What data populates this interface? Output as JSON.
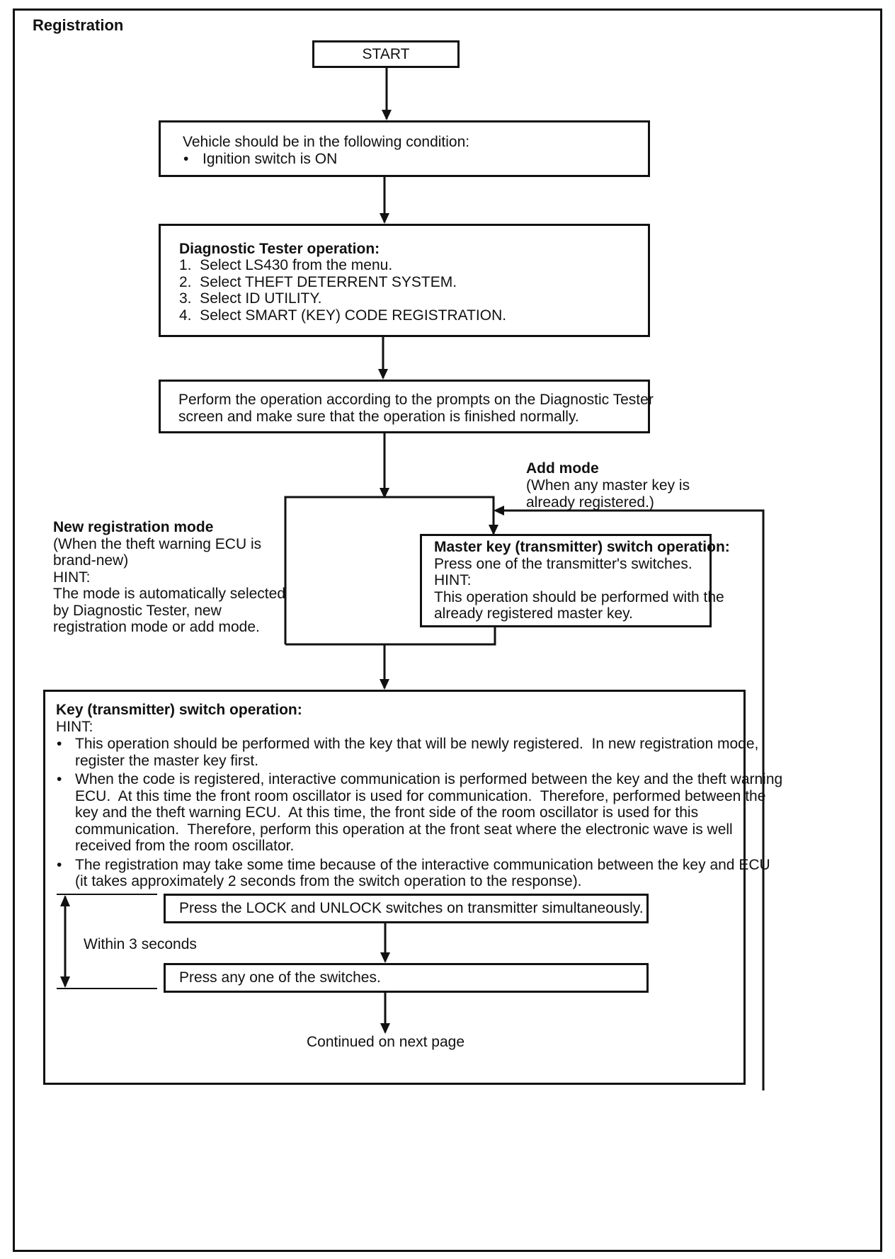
{
  "title": "Registration",
  "start": "START",
  "step1": {
    "text": "Vehicle should be in the following condition:",
    "bullet": "Ignition switch is ON"
  },
  "step2": {
    "heading": "Diagnostic Tester operation:",
    "items": [
      "1.  Select LS430 from the menu.",
      "2.  Select THEFT DETERRENT SYSTEM.",
      "3.  Select ID UTILITY.",
      "4.  Select SMART (KEY) CODE REGISTRATION."
    ]
  },
  "step3": {
    "lines": [
      "Perform the operation according to the prompts on the Diagnostic Tester",
      "screen and make sure that the operation is finished normally."
    ]
  },
  "add_mode": {
    "heading": "Add mode",
    "lines": [
      "(When any master key is",
      "already registered.)"
    ]
  },
  "new_mode": {
    "heading": "New registration mode",
    "lines": [
      "(When the theft warning ECU is",
      "brand-new)",
      "HINT:",
      "The mode is automatically selected",
      "by Diagnostic Tester, new",
      "registration mode or add mode."
    ]
  },
  "master_key": {
    "heading": "Master key (transmitter) switch operation:",
    "lines": [
      "Press one of the transmitter's switches.",
      "HINT:",
      "This operation should be performed with the",
      "already registered master key."
    ]
  },
  "key_op": {
    "heading": "Key (transmitter) switch operation:",
    "hint": "HINT:",
    "bullets": [
      [
        "This operation should be performed with the key that will be newly registered.  In new registration mode,",
        "register the master key first."
      ],
      [
        "When the code is registered, interactive communication is performed between the key and the theft warning",
        "ECU.  At this time the front room oscillator is used for communication.  Therefore, performed between the",
        "key and the theft warning ECU.  At this time, the front side of the room oscillator is used for this",
        "communication.  Therefore, perform this operation at the front seat where the electronic wave is well",
        "received from the room oscillator."
      ],
      [
        "The registration may take some time because of the interactive communication between the key and ECU",
        "(it takes approximately 2 seconds from the switch operation to the response)."
      ]
    ]
  },
  "press_lock": "Press the LOCK and UNLOCK switches on transmitter simultaneously.",
  "within": "Within 3 seconds",
  "press_any": "Press any one of the switches.",
  "continued": "Continued on next page"
}
